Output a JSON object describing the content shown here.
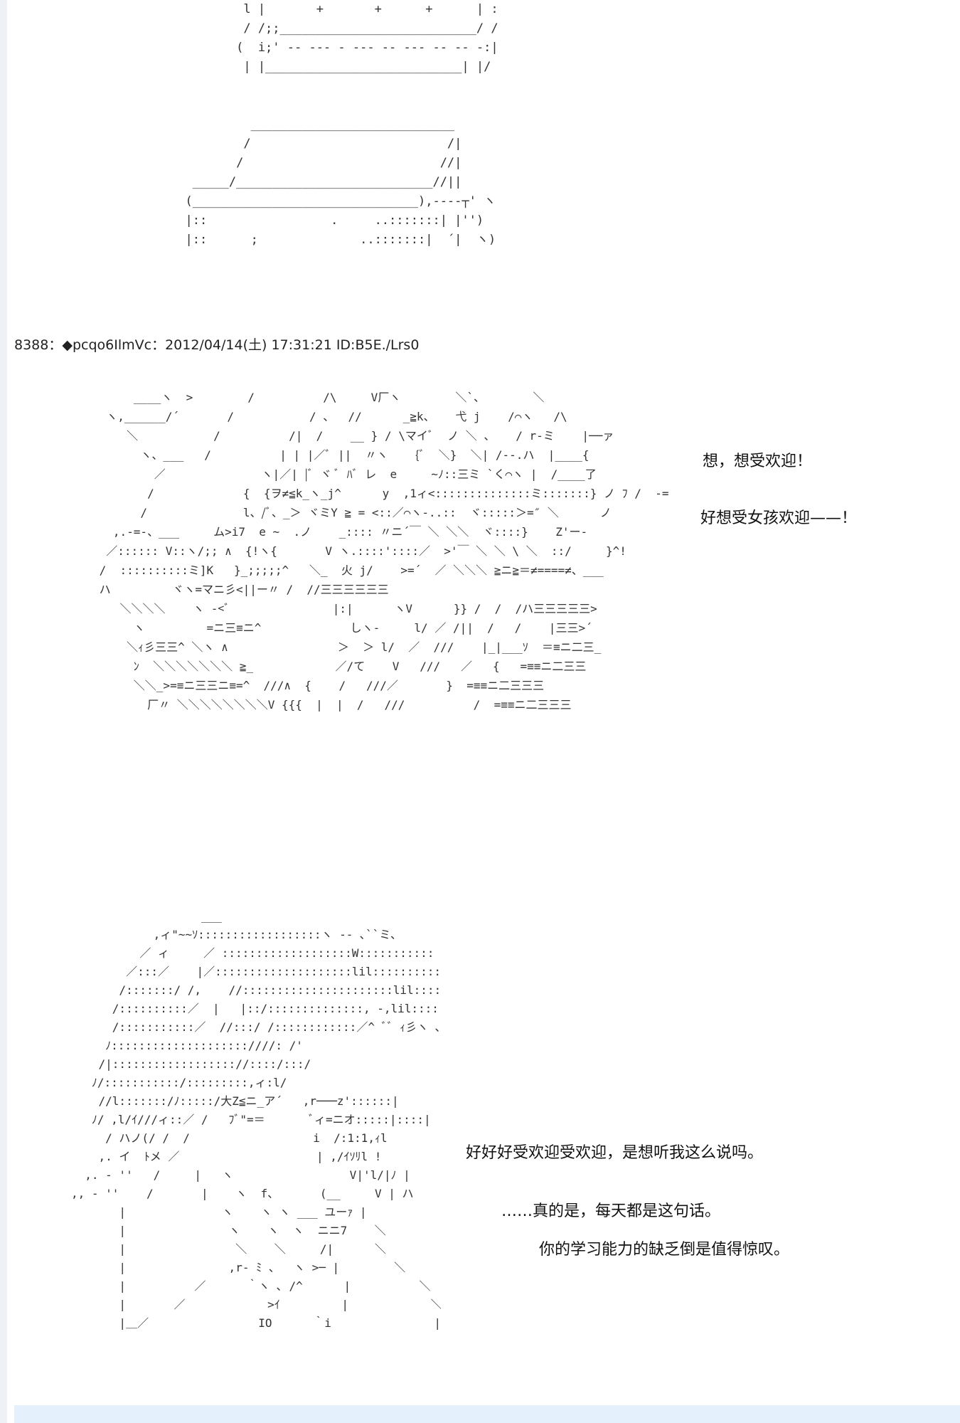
{
  "post": {
    "header": "8388：◆pcqo6IlmVc：2012/04/14(土) 17:31:21 ID:B5E./Lrs0"
  },
  "dialog": {
    "line1": "想，想受欢迎！",
    "line2": "好想受女孩欢迎——！",
    "line3": "好好好受欢迎受欢迎，是想听我这么说吗。",
    "line4": "……真的是，每天都是这句话。",
    "line5": "你的学习能力的缺乏倒是值得惊叹。"
  },
  "colors": {
    "background": "#ffffff",
    "text": "#222222",
    "left_border": "#eef1f6",
    "bottom_bar": "#e4f0fb"
  }
}
